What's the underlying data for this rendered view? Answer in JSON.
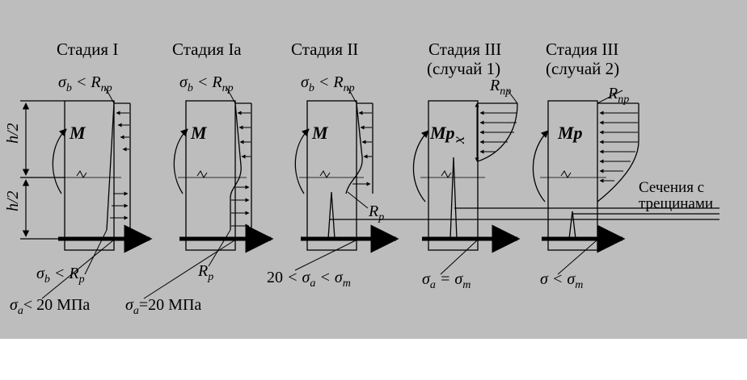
{
  "stages": [
    {
      "title": "Стадия I"
    },
    {
      "title": "Стадия Ia"
    },
    {
      "title": "Стадия II"
    },
    {
      "title": "Стадия III",
      "subtitle": "(случай 1)"
    },
    {
      "title": "Стадия III",
      "subtitle": "(случай 2)"
    }
  ],
  "labels": {
    "sigma": "σ",
    "sub_b": "b",
    "sub_a": "a",
    "sub_p": "p",
    "sub_pr": "пр",
    "sub_t": "т",
    "lt": " < ",
    "eq": " = ",
    "R": "R",
    "M": "M",
    "Mp": "Mp",
    "x": "x",
    "h_half": "h/2",
    "twenty": "20",
    "less20": "< 20 МПа",
    "eq20": "=20 МПа",
    "cracks_line1": "Сечения с",
    "cracks_line2": "трещинами"
  }
}
